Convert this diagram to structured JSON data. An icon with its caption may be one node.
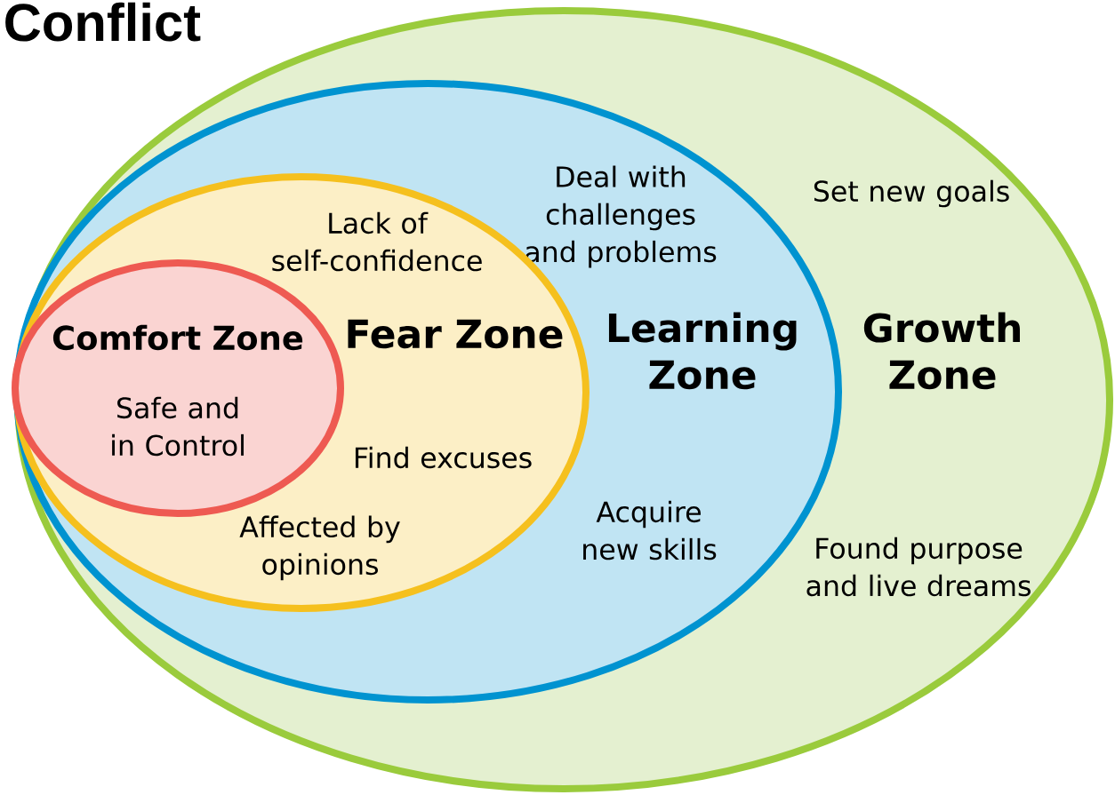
{
  "diagram": {
    "title": "Conflict",
    "nodes": [
      {
        "text": [
          "Set new goals",
          "Growth Zone",
          "Found purpose and live dreams"
        ]
      },
      {
        "text": [
          "Deal with challenges and problems",
          "Learning Zone",
          "Acquire new skills"
        ],
        "in": 0
      },
      {
        "text": [
          "Lack of self-confidence",
          "Fear Zone",
          "Find excuses",
          "Affected by opinions"
        ],
        "in": 1
      },
      {
        "text": [
          "Comfort Zone",
          "Safe and in Control"
        ],
        "in": 2
      }
    ]
  }
}
